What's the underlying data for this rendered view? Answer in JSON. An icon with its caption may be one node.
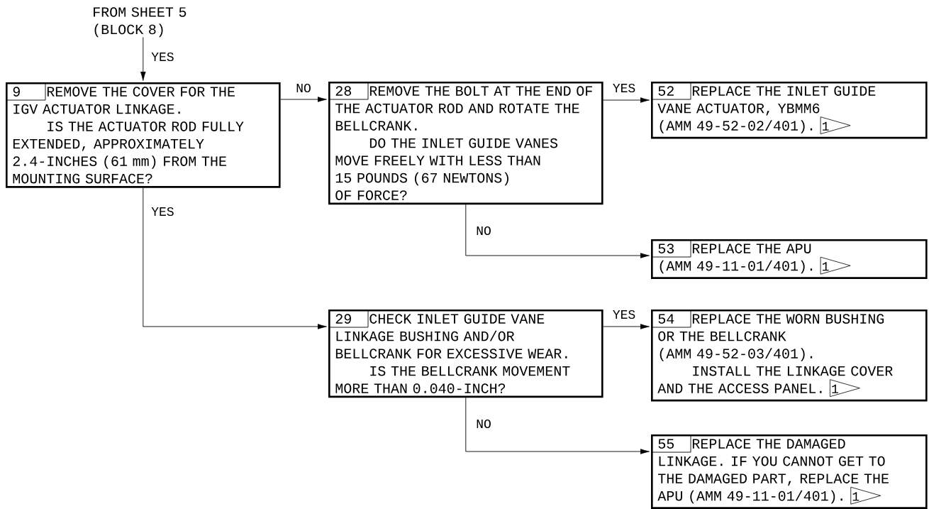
{
  "diagram": {
    "nodes": [
      {
        "text": [
          "FROM SHEET 5 (BLOCK 8)"
        ]
      },
      {
        "text": [
          "9",
          "REMOVE THE COVER FOR THE IGV ACTUATOR LINKAGE.",
          "IS THE ACTUATOR ROD FULLY EXTENDED, APPROXIMATELY 2.4-INCHES (61 mm) FROM THE MOUNTING SURFACE?"
        ]
      },
      {
        "text": [
          "28",
          "REMOVE THE BOLT AT THE END OF THE ACTUATOR ROD AND ROTATE THE BELLCRANK.",
          "DO THE INLET GUIDE VANES MOVE FREELY WITH LESS THAN 15 POUNDS (67 NEWTONS) OF FORCE?"
        ]
      },
      {
        "text": [
          "52",
          "REPLACE THE INLET GUIDE VANE ACTUATOR, YBMM6 (AMM 49-52-02/401).",
          "1"
        ]
      },
      {
        "text": [
          "53",
          "REPLACE THE APU (AMM 49-11-01/401).",
          "1"
        ]
      },
      {
        "text": [
          "29",
          "CHECK INLET GUIDE VANE LINKAGE BUSHING AND/OR BELLCRANK FOR EXCESSIVE WEAR.",
          "IS THE BELLCRANK MOVEMENT MORE THAN 0.040-INCH?"
        ]
      },
      {
        "text": [
          "54",
          "REPLACE THE WORN BUSHING OR THE BELLCRANK (AMM 49-52-03/401).",
          "INSTALL THE LINKAGE COVER AND THE ACCESS PANEL.",
          "1"
        ]
      },
      {
        "text": [
          "55",
          "REPLACE THE DAMAGED LINKAGE. IF YOU CANNOT GET TO THE DAMAGED PART, REPLACE THE APU (AMM 49-11-01/401).",
          "1"
        ]
      }
    ],
    "edges": [
      {
        "from": 0,
        "to": 1,
        "arrow": "to",
        "label": "YES"
      },
      {
        "from": 1,
        "to": 2,
        "arrow": "to",
        "label": "NO"
      },
      {
        "from": 2,
        "to": 3,
        "arrow": "to",
        "label": "YES"
      },
      {
        "from": 2,
        "to": 4,
        "arrow": "to",
        "label": "NO"
      },
      {
        "from": 1,
        "to": 5,
        "arrow": "to",
        "label": "YES"
      },
      {
        "from": 5,
        "to": 6,
        "arrow": "to",
        "label": "YES"
      },
      {
        "from": 5,
        "to": 7,
        "arrow": "to",
        "label": "NO"
      }
    ]
  }
}
